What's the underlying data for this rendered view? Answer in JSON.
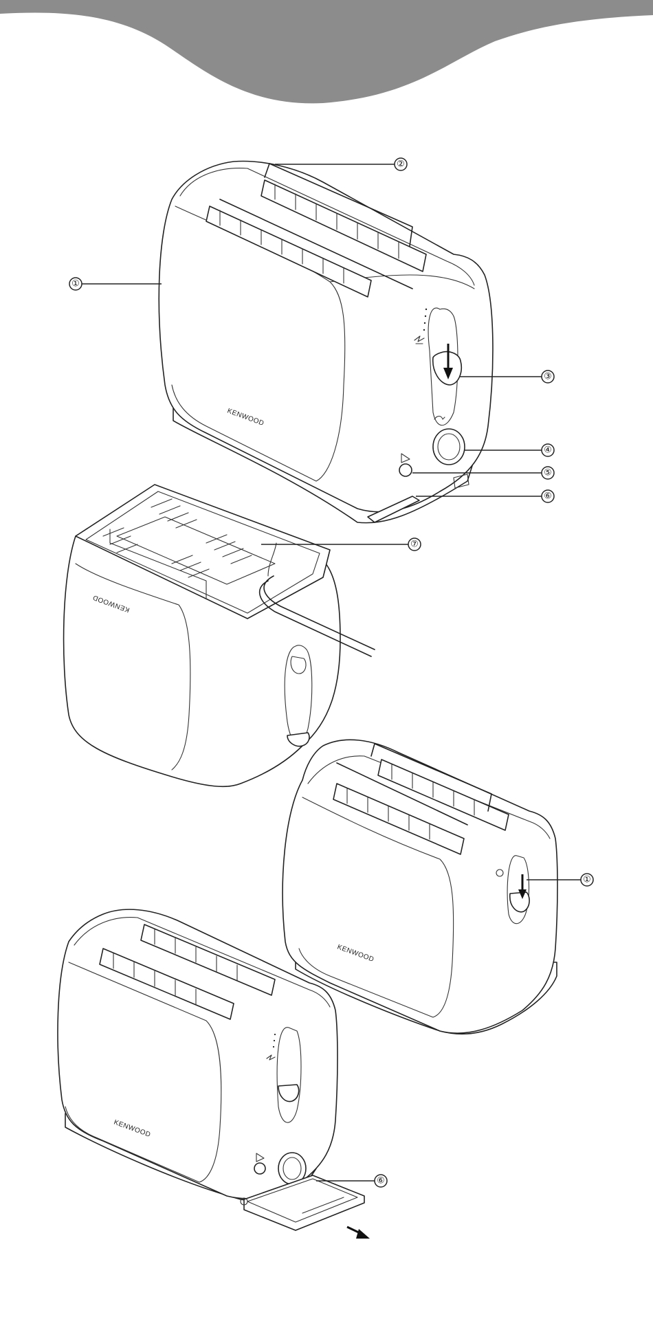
{
  "colors": {
    "header_wave": "#8c8c8c",
    "line": "#222222",
    "background": "#ffffff"
  },
  "figure1": {
    "brand": "KENWOOD",
    "callouts": [
      {
        "id": "c1",
        "label": "①"
      },
      {
        "id": "c2",
        "label": "②"
      },
      {
        "id": "c3",
        "label": "③"
      },
      {
        "id": "c4",
        "label": "④"
      },
      {
        "id": "c5",
        "label": "⑤"
      },
      {
        "id": "c6",
        "label": "⑥"
      }
    ]
  },
  "figure2": {
    "brand": "KENWOOD",
    "callouts": [
      {
        "id": "c7",
        "label": "⑦"
      }
    ]
  },
  "figure3": {
    "brand": "KENWOOD",
    "callouts": [
      {
        "id": "c1",
        "label": "①"
      }
    ]
  },
  "figure4": {
    "brand": "KENWOOD",
    "callouts": [
      {
        "id": "c6",
        "label": "⑥"
      }
    ]
  }
}
